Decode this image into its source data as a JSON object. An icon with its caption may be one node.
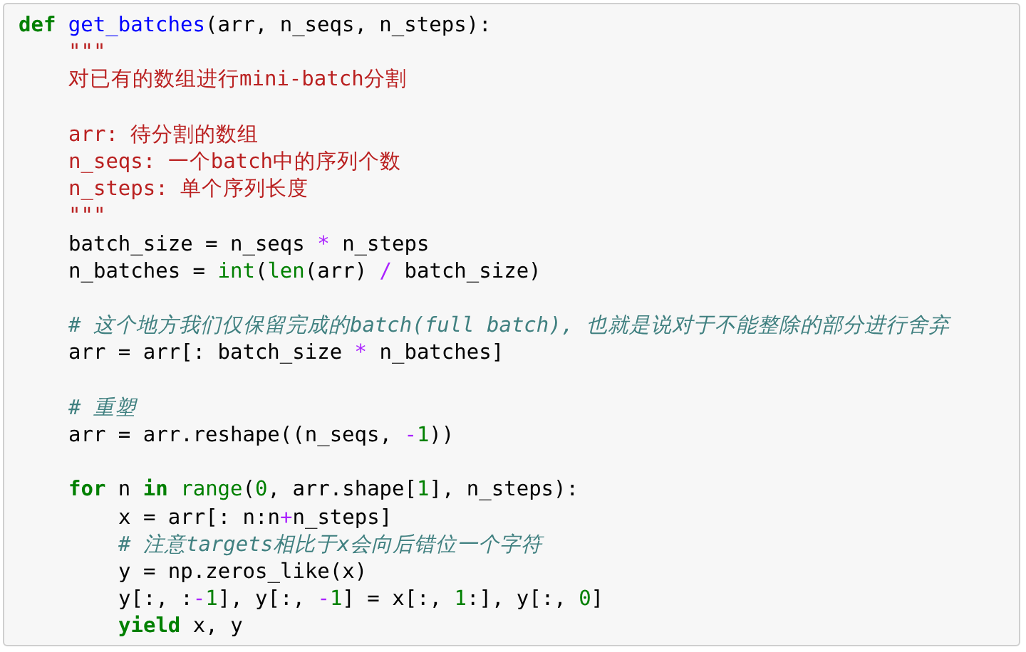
{
  "diagram": {
    "labels": [
      "def get_batches(arr, n_seqs, n_steps):",
      "\"\"\"",
      "对已有的数组进行mini-batch分割",
      "arr: 待分割的数组",
      "n_seqs: 一个batch中的序列个数",
      "n_steps: 单个序列长度",
      "\"\"\"",
      "batch_size = n_seqs * n_steps",
      "n_batches = int(len(arr) / batch_size)",
      "# 这个地方我们仅保留完成的batch(full batch), 也就是说对于不能整除的部分进行舍弃",
      "arr = arr[: batch_size * n_batches]",
      "# 重塑",
      "arr = arr.reshape((n_seqs, -1))",
      "for n in range(0, arr.shape[1], n_steps):",
      "x = arr[: n:n+n_steps]",
      "# 注意targets相比于x会向后错位一个字符",
      "y = np.zeros_like(x)",
      "y[:, :-1], y[:, -1] = x[:, 1:], y[:, 0]",
      "yield x, y"
    ]
  }
}
